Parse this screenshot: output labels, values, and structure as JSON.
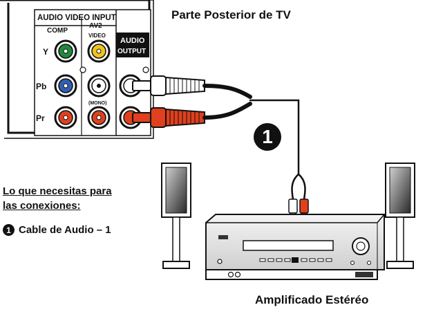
{
  "panel": {
    "header": "AUDIO VIDEO INPUT",
    "comp_label": "COMP",
    "av2_label": "AV2",
    "video_label": "VIDEO",
    "mono_label": "(MONO)",
    "audio_output_line1": "AUDIO",
    "audio_output_line2": "OUTPUT",
    "rows": [
      "Y",
      "Pb",
      "Pr"
    ]
  },
  "tv_back_title": "Parte Posterior de TV",
  "amplifier_title": "Amplificado Estéréo",
  "needs": {
    "heading_line1": "Lo que necesitas para",
    "heading_line2": "las conexiones:",
    "item_number": "1",
    "item_label": "Cable de Audio – 1"
  },
  "cable_number": "1",
  "colors": {
    "green": "#1f8a3b",
    "blue": "#2f5fb3",
    "red": "#e0401e",
    "yellow": "#f2c418",
    "white": "#ffffff",
    "black": "#111111"
  }
}
